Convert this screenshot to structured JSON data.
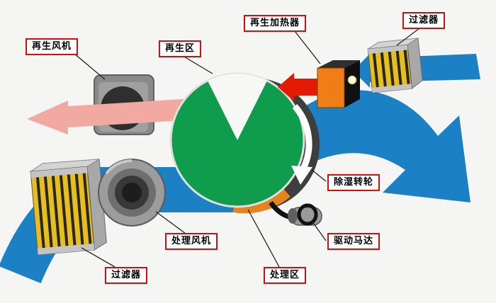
{
  "diagram": {
    "type": "desiccant-wheel-dehumidifier-schematic",
    "labels": {
      "regen_fan": "再生风机",
      "regen_zone": "再生区",
      "regen_heater": "再生加热器",
      "filter_top": "过滤器",
      "wheel": "除湿转轮",
      "drive_motor": "驱动马达",
      "process_fan": "处理风机",
      "process_zone": "处理区",
      "filter_bottom": "过滤器"
    },
    "colors": {
      "process_air": "#1b80c4",
      "regen_air": "#f2a9a2",
      "hot_air": "#e21b04",
      "wheel_face": "#0f9d4d",
      "wheel_rim": "#3e3e3e",
      "wheel_rim_hot": "#e5831f",
      "heater_body": "#f07e16",
      "filter_media": "#e6bf1c",
      "filter_stripe": "#26261c",
      "metal_gray": "#9a9a9a",
      "label_border": "#cc1111",
      "background": "#f5f5f3"
    }
  }
}
